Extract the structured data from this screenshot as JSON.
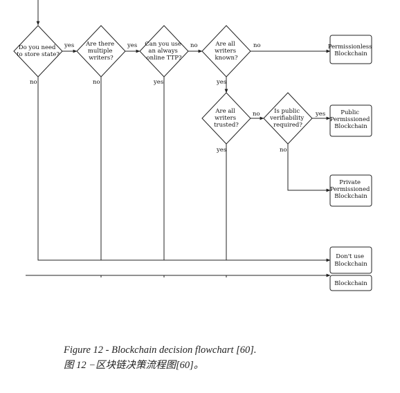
{
  "figure": {
    "caption_en": "Figure 12 - Blockchain decision flowchart [60].",
    "caption_zh": "图 12 −区块链决策流程图[60]。"
  },
  "decisions": {
    "store_state": [
      "Do you need",
      "to store state?"
    ],
    "multiple_writers": [
      "Are there",
      "multiple",
      "writers?"
    ],
    "online_ttp": [
      "Can you use",
      "an always",
      "online TTP?"
    ],
    "writers_known": [
      "Are all",
      "writers",
      "known?"
    ],
    "writers_trusted": [
      "Are all",
      "writers",
      "trusted?"
    ],
    "public_verifiability": [
      "Is public",
      "verifiability",
      "required?"
    ]
  },
  "outcomes": {
    "permissionless": [
      "Permissionless",
      "Blockchain"
    ],
    "public_permissioned": [
      "Public",
      "Permissioned",
      "Blockchain"
    ],
    "private_permissioned": [
      "Private",
      "Permissioned",
      "Blockchain"
    ],
    "dont_use": [
      "Don't use",
      "Blockchain"
    ],
    "blockchain": [
      "Blockchain"
    ]
  },
  "edge_labels": {
    "store_state_yes": "yes",
    "store_state_no": "no",
    "multiple_writers_yes": "yes",
    "multiple_writers_no": "no",
    "online_ttp_no": "no",
    "online_ttp_yes": "yes",
    "writers_known_no": "no",
    "writers_known_yes": "yes",
    "writers_trusted_no": "no",
    "writers_trusted_yes": "yes",
    "public_verifiability_yes": "yes",
    "public_verifiability_no": "no"
  }
}
